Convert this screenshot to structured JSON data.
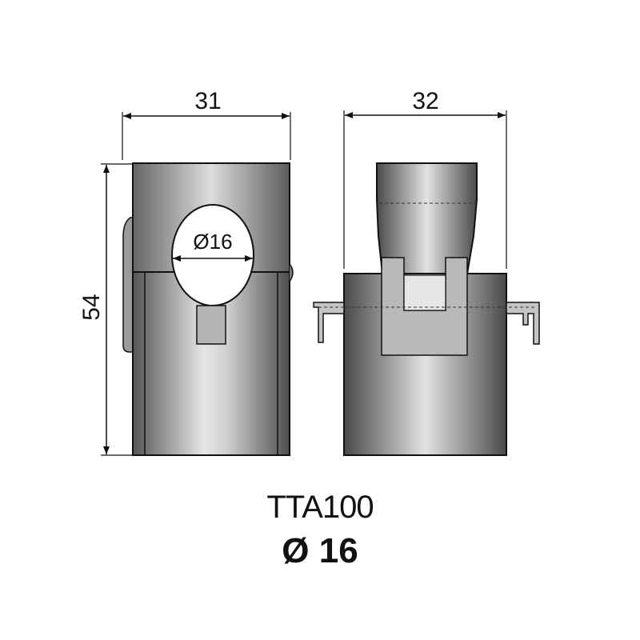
{
  "dimensions": {
    "front_width": "31",
    "side_width": "32",
    "height": "54",
    "hole_label": "Ø16"
  },
  "caption": {
    "model": "TTA100",
    "size": "Ø 16"
  },
  "colors": {
    "line": "#111111",
    "metal_dark": "#5a5a5a",
    "metal_light": "#e4e4e4",
    "clip_fill": "#b8b8b8",
    "background": "#ffffff"
  }
}
